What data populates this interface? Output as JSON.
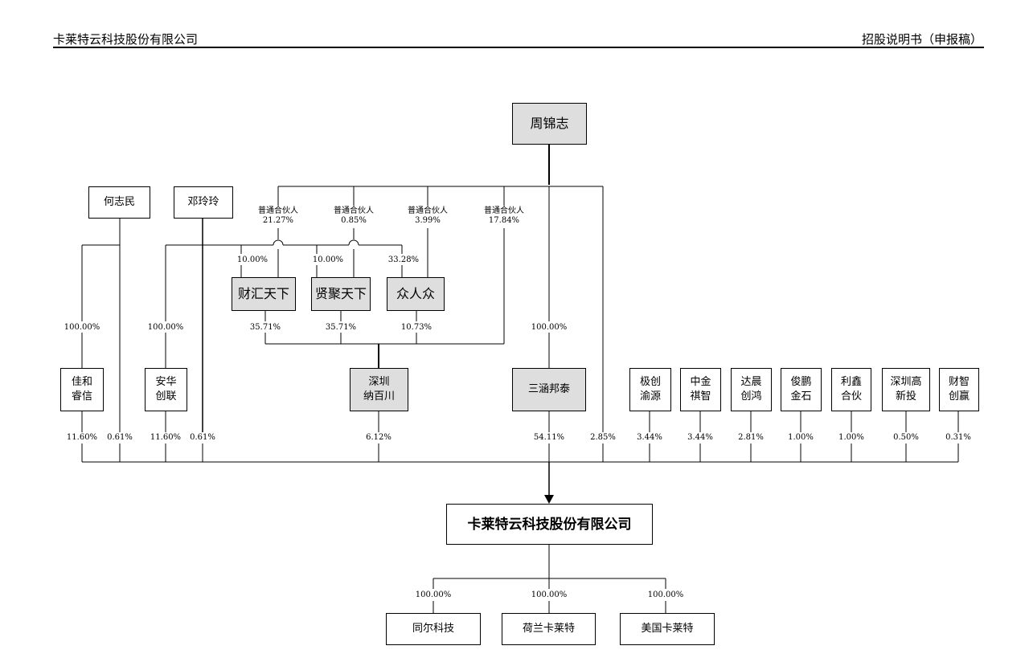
{
  "header": {
    "left": "卡莱特云科技股份有限公司",
    "right": "招股说明书（申报稿）"
  },
  "entities": {
    "zhou": "周锦志",
    "he": "何志民",
    "deng": "邓玲玲",
    "caihui": "财汇天下",
    "xianju": "贤聚天下",
    "zhongren": "众人众",
    "baichuan": "深圳\n纳百川",
    "sanhan": "三涵邦泰",
    "jiahe": "佳和\n睿信",
    "anhua": "安华\n创联",
    "jichuang": "极创\n渝源",
    "zhongjin": "中金\n祺智",
    "dachen": "达晨\n创鸿",
    "junpeng": "俊鹏\n金石",
    "lixin": "利鑫\n合伙",
    "gaoxin": "深圳高\n新投",
    "caizhi": "财智\n创赢",
    "company": "卡莱特云科技股份有限公司",
    "tonger": "同尔科技",
    "netherlands": "荷兰卡莱特",
    "usa": "美国卡莱特"
  },
  "labels": {
    "gp_caihui": "普通合伙人\n21.27%",
    "gp_xianju": "普通合伙人\n0.85%",
    "gp_zhongren": "普通合伙人\n3.99%",
    "gp_baichuan": "普通合伙人\n17.84%",
    "deng_caihui": "10.00%",
    "deng_xianju": "10.00%",
    "deng_zhongren": "33.28%",
    "he_jiahe": "100.00%",
    "deng_anhua": "100.00%",
    "zhou_sanhan": "100.00%",
    "caihui_baichuan": "35.71%",
    "xianju_baichuan": "35.71%",
    "zhongren_baichuan": "10.73%",
    "s_jiahe": "11.60%",
    "s_he": "0.61%",
    "s_anhua": "11.60%",
    "s_deng": "0.61%",
    "s_baichuan": "6.12%",
    "s_sanhan": "54.11%",
    "s_zhou": "2.85%",
    "s_jichuang": "3.44%",
    "s_zhongjin": "3.44%",
    "s_dachen": "2.81%",
    "s_junpeng": "1.00%",
    "s_lixin": "1.00%",
    "s_gaoxin": "0.50%",
    "s_caizhi": "0.31%",
    "sub_tonger": "100.00%",
    "sub_netherlands": "100.00%",
    "sub_usa": "100.00%"
  }
}
